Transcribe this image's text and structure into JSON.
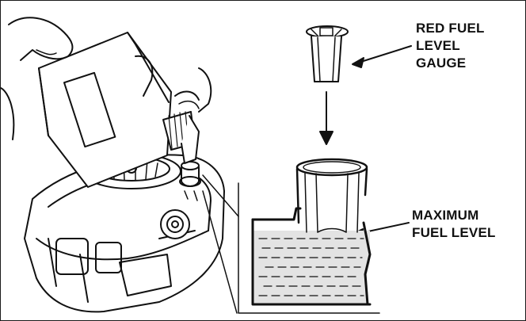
{
  "callouts": {
    "gauge": {
      "line1": "RED FUEL",
      "line2": "LEVEL",
      "line3": "GAUGE"
    },
    "max_level": {
      "line1": "MAXIMUM",
      "line2": "FUEL LEVEL"
    }
  },
  "colors": {
    "ink": "#111111",
    "fuel": "#e3e3e3",
    "background": "#ffffff"
  }
}
